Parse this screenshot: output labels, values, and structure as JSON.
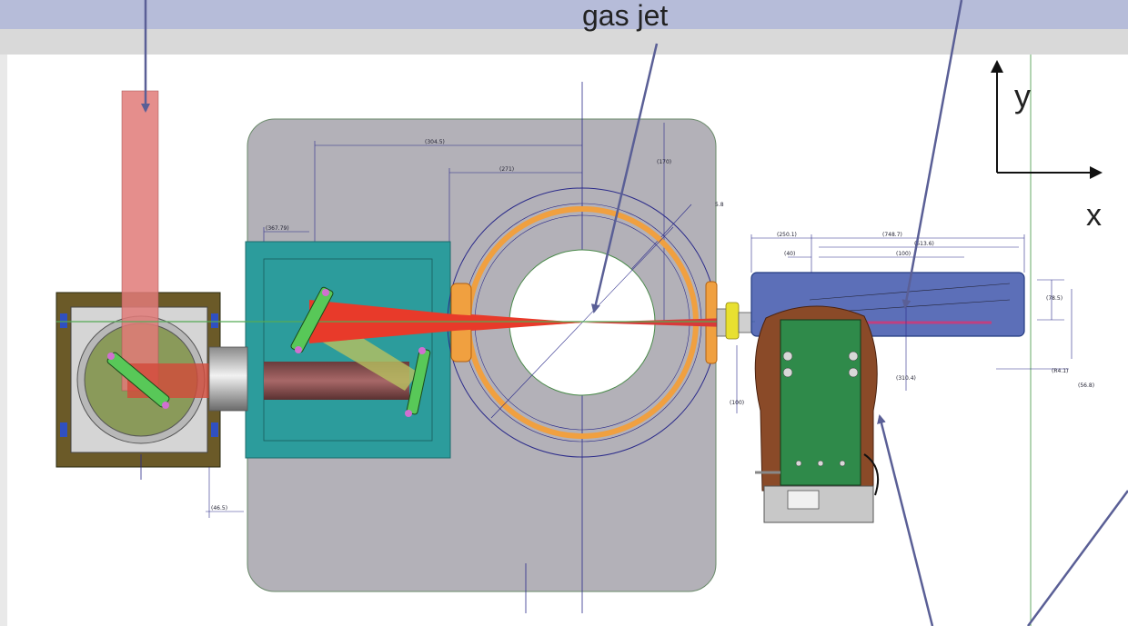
{
  "labels": {
    "gas_jet": "gas jet",
    "axis_y": "y",
    "axis_x": "x"
  },
  "dimensions": {
    "d1": "(304.5)",
    "d2": "(271)",
    "d3": "(170)",
    "d4": "(367.79)",
    "d5": "(46.5)",
    "d6": "(250.1)",
    "d7": "(748.7)",
    "d8": "(40)",
    "d9": "(513.6)",
    "d10": "(100)",
    "d11": "(310.4)",
    "d12": "(100)",
    "d13": "(78.5)",
    "d14": "(R4.1)",
    "d15": "(56.8)",
    "d16": "5.8"
  },
  "colors": {
    "arrow": "#5a5f96",
    "beam": "#e03a2a",
    "chamber": "#b3b1b8",
    "teal_box": "#2c9c9c",
    "blue_box": "#4a5fb0",
    "orange_ring": "#f0a040",
    "dim_line": "#2a2a8a"
  }
}
